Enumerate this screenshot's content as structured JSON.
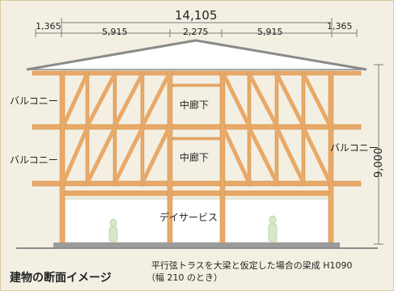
{
  "dimensions": {
    "total_width": "14,105",
    "left_cantilever": "1,365",
    "right_cantilever": "1,365",
    "span_left": "5,915",
    "span_center": "2,275",
    "span_right": "5,915",
    "total_height": "9,000"
  },
  "labels": {
    "balcony_upper": "バルコニー",
    "balcony_lower": "バルコニー",
    "balcony_right": "バルコニー",
    "corridor_upper": "中廊下",
    "corridor_lower": "中廊下",
    "day_service": "デイサービス"
  },
  "caption": "建物の断面イメージ",
  "note_line1": "平行弦トラスを大梁と仮定した場合の梁成 H1090",
  "note_line2": "（幅 210 のとき）",
  "colors": {
    "background": "#f3f0e3",
    "timber": "#e8a969",
    "timber_dark": "#d18c49",
    "dimension_line": "#7a7a7a",
    "ground": "#8c8c8c"
  }
}
